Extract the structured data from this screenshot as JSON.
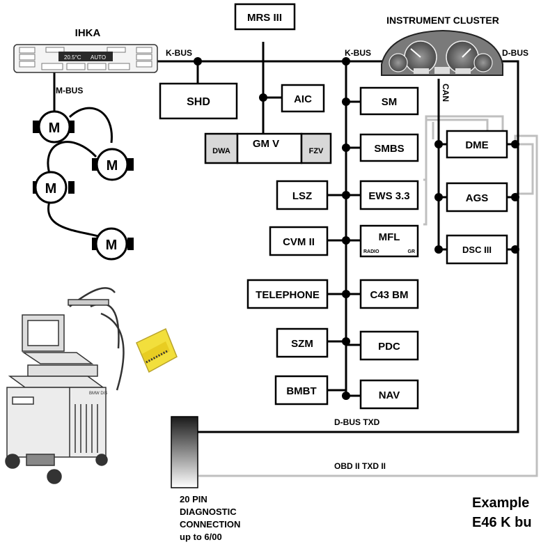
{
  "diagram": {
    "nodes": {
      "ihka": "IHKA",
      "ihka_display_temp": "20.5°C",
      "ihka_display_2": "AUTO",
      "mrs": "MRS III",
      "instrument_cluster": "INSTRUMENT CLUSTER",
      "shd": "SHD",
      "aic": "AIC",
      "gm": "GM V",
      "dwa": "DWA",
      "fzv": "FZV",
      "sm": "SM",
      "smbs": "SMBS",
      "lsz": "LSZ",
      "ews": "EWS 3.3",
      "cvm": "CVM II",
      "mfl": "MFL",
      "mfl_radio": "RADIO",
      "mfl_gr": "GR",
      "telephone": "TELEPHONE",
      "c43": "C43 BM",
      "szm": "SZM",
      "pdc": "PDC",
      "bmbt": "BMBT",
      "nav": "NAV",
      "dme": "DME",
      "ags": "AGS",
      "dsc": "DSC III",
      "motor": "M",
      "tester_brand": "BMW DIS"
    },
    "bus_labels": {
      "kbus_left": "K-BUS",
      "kbus_right": "K-BUS",
      "mbus": "M-BUS",
      "dbus": "D-BUS",
      "can": "CAN",
      "dbus_txd": "D-BUS  TXD",
      "obd": "OBD II  TXD II"
    },
    "connector_label": [
      "20 PIN",
      "DIAGNOSTIC",
      "CONNECTION",
      "up to 6/00"
    ],
    "caption": [
      "Example",
      "E46 K bu"
    ]
  }
}
